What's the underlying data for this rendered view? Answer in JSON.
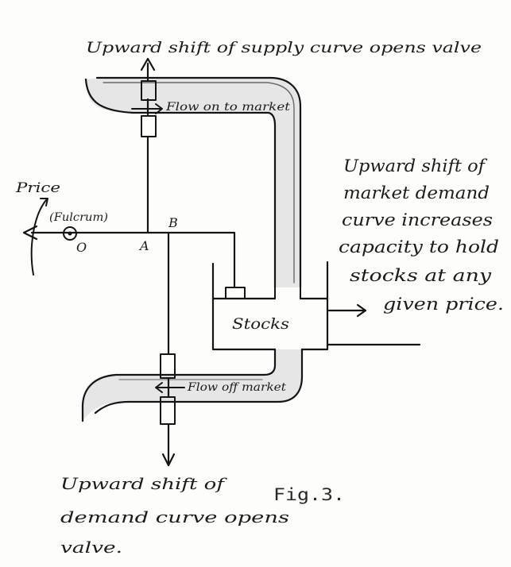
{
  "annotations": {
    "supply_valve": "Upward shift of supply curve opens valve",
    "flow_on": "Flow on to market",
    "market_demand": [
      "Upward shift of",
      "market demand",
      "curve increases",
      "capacity to hold",
      "stocks at any",
      "given price."
    ],
    "price": "Price",
    "fulcrum": "(Fulcrum)",
    "point_o": "O",
    "point_a": "A",
    "point_b": "B",
    "stocks": "Stocks",
    "flow_off": "Flow off market",
    "demand_valve": [
      "Upward shift of",
      "demand curve opens",
      "valve."
    ],
    "figure_label": "Fig.3."
  },
  "colors": {
    "ink": "#151515",
    "paper": "#fdfdfb",
    "shading": "#e6e6e6"
  }
}
